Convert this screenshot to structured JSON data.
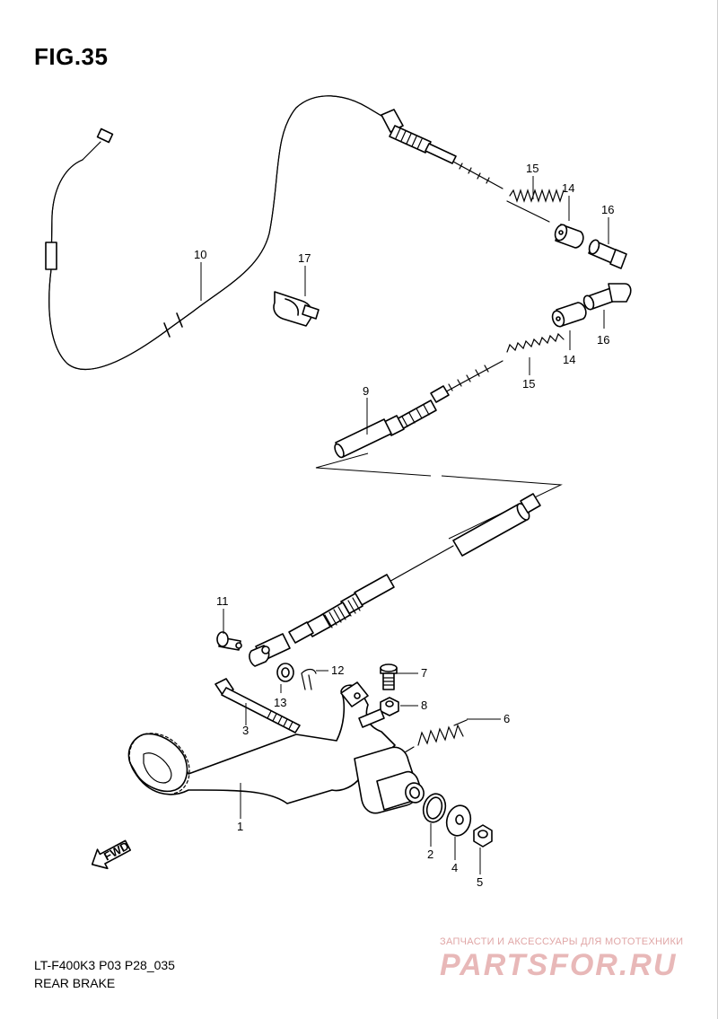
{
  "figure": {
    "title": "FIG.35"
  },
  "footer": {
    "model_code": "LT-F400K3 P03 P28_035",
    "section_title": "REAR BRAKE"
  },
  "watermark": {
    "caption": "ЗАПЧАСТИ И АКСЕССУАРЫ ДЛЯ МОТОТЕХНИКИ",
    "logo": "PARTSFOR.RU",
    "color": "#e8b8b8"
  },
  "fwd_marker": {
    "label": "FWD",
    "icon": "arrow-left-icon"
  },
  "callouts": {
    "c1": "1",
    "c2": "2",
    "c3": "3",
    "c4": "4",
    "c5": "5",
    "c6": "6",
    "c7": "7",
    "c8": "8",
    "c9": "9",
    "c10": "10",
    "c11": "11",
    "c12": "12",
    "c13": "13",
    "c14a": "14",
    "c14b": "14",
    "c15a": "15",
    "c15b": "15",
    "c16a": "16",
    "c16b": "16",
    "c17": "17"
  }
}
